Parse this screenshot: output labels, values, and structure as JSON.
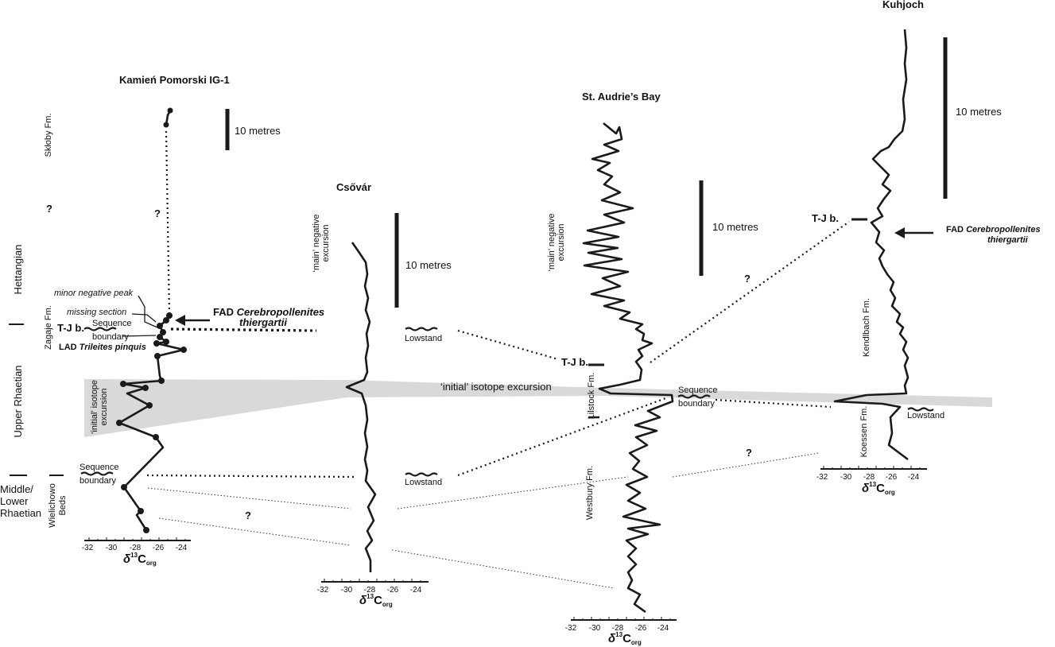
{
  "sections": {
    "kamien": {
      "title": "Kamień Pomorski IG-1",
      "scale": "10 metres"
    },
    "csovar": {
      "title": "Csővár",
      "scale": "10 metres"
    },
    "audries": {
      "title": "St. Audrie’s Bay",
      "scale": "10 metres"
    },
    "kuhjoch": {
      "title": "Kuhjoch",
      "scale": "10 metres"
    }
  },
  "stages": {
    "hettangian": "Hettangian",
    "upper_rhaetian": "Upper Rhaetian",
    "middle_lower_rhaetian": [
      "Middle/",
      "Lower",
      "Rhaetian"
    ]
  },
  "formations": {
    "skloby": "Skłoby Fm.",
    "zagaje": "Zagaje  Fm.",
    "wielichowo": [
      "Wielichowo",
      "Beds"
    ],
    "lilstock": "Lilstock Fm.",
    "westbury": "Westbury Fm.",
    "kendlbach": "Kendlbach Fm.",
    "koessen": "Koessen Fm."
  },
  "labels": {
    "question": "?",
    "tj_boundary": "T-J b.",
    "sequence_boundary": [
      "Sequence",
      "boundary"
    ],
    "lowstand": "Lowstand",
    "minor_negative_peak": "minor negative peak",
    "missing_section": "missing section",
    "fad_prefix": "FAD",
    "fad_taxon": [
      "Cerebropollenites",
      "thiergartii"
    ],
    "lad_prefix": "LAD",
    "lad_taxon": "Trileites pinquis",
    "main_negative_excursion": [
      "‘main’ negative",
      "excursion"
    ],
    "initial_isotope_excursion": "‘initial’  isotope excursion",
    "initial_isotope_excursion_vertical": [
      "‘initial’ isotope",
      "excursion"
    ]
  },
  "axis": {
    "ticks": [
      "-32",
      "-30",
      "-28",
      "-26",
      "-24"
    ],
    "label_delta": "δ",
    "label_sup": "13",
    "label_c": "C",
    "label_sub": "org"
  },
  "colors": {
    "curve": "#1a1a1a",
    "band": "#d9d9d9"
  }
}
